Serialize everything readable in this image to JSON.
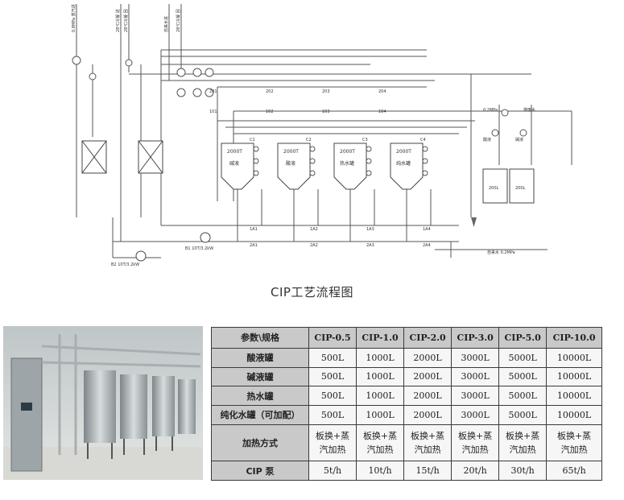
{
  "diagram": {
    "title": "CIP工艺流程图",
    "tanks": [
      {
        "volume": "2000T",
        "name": "碱液"
      },
      {
        "volume": "2000T",
        "name": "酸液"
      },
      {
        "volume": "2000T",
        "name": "热水罐"
      },
      {
        "volume": "2000T",
        "name": "纯水罐"
      }
    ],
    "pumps": [
      "B1 10T/3.2kW",
      "B2 10T/3.2kW"
    ],
    "inlet_labels": [
      "0.8MPa 蒸汽进",
      "28℃冷凝 进",
      "28℃冷凝 回",
      "自来水进",
      "28℃冷凝 回"
    ],
    "tags": {
      "c1": "C1",
      "c2": "C2",
      "c3": "C3",
      "c4": "C4",
      "r101": "101",
      "r102": "102",
      "r103": "103",
      "r104": "104",
      "r201": "201",
      "r202": "202",
      "r203": "203",
      "r204": "204",
      "a1": "1A1",
      "a2": "2A1",
      "a3": "1A2",
      "a4": "2A2",
      "a5": "1A3",
      "a6": "2A3",
      "a7": "1A4",
      "a8": "2A4"
    },
    "right_labels": {
      "water_pressure": "0.2MPa",
      "drain": "排废水",
      "dose_a": "酸液",
      "dose_b": "碱液",
      "tank_a": "200L",
      "tank_b": "200L",
      "supply_water": "自来水 0.2MPa"
    }
  },
  "spec_table": {
    "header": [
      "参数\\规格",
      "CIP-0.5",
      "CIP-1.0",
      "CIP-2.0",
      "CIP-3.0",
      "CIP-5.0",
      "CIP-10.0"
    ],
    "rows": [
      {
        "label": "酸液罐",
        "values": [
          "500L",
          "1000L",
          "2000L",
          "3000L",
          "5000L",
          "10000L"
        ]
      },
      {
        "label": "碱液罐",
        "values": [
          "500L",
          "1000L",
          "2000L",
          "3000L",
          "5000L",
          "10000L"
        ]
      },
      {
        "label": "热水罐",
        "values": [
          "500L",
          "1000L",
          "2000L",
          "3000L",
          "5000L",
          "10000L"
        ]
      },
      {
        "label": "纯化水罐（可加配）",
        "values": [
          "500L",
          "1000L",
          "2000L",
          "3000L",
          "5000L",
          "10000L"
        ]
      },
      {
        "label": "加热方式",
        "values": [
          "板换+蒸\n汽加热",
          "板换+蒸\n汽加热",
          "板换+蒸\n汽加热",
          "板换+蒸\n汽加热",
          "板换+蒸\n汽加热",
          "板换+蒸\n汽加热"
        ]
      },
      {
        "label": "CIP 泵",
        "values": [
          "5t/h",
          "10t/h",
          "15t/h",
          "20t/h",
          "30t/h",
          "65t/h"
        ]
      }
    ]
  },
  "colors": {
    "line": "#555555",
    "table_header": "#c9c9c9",
    "cell": "#f6f6f6",
    "border": "#3a3a3a"
  }
}
